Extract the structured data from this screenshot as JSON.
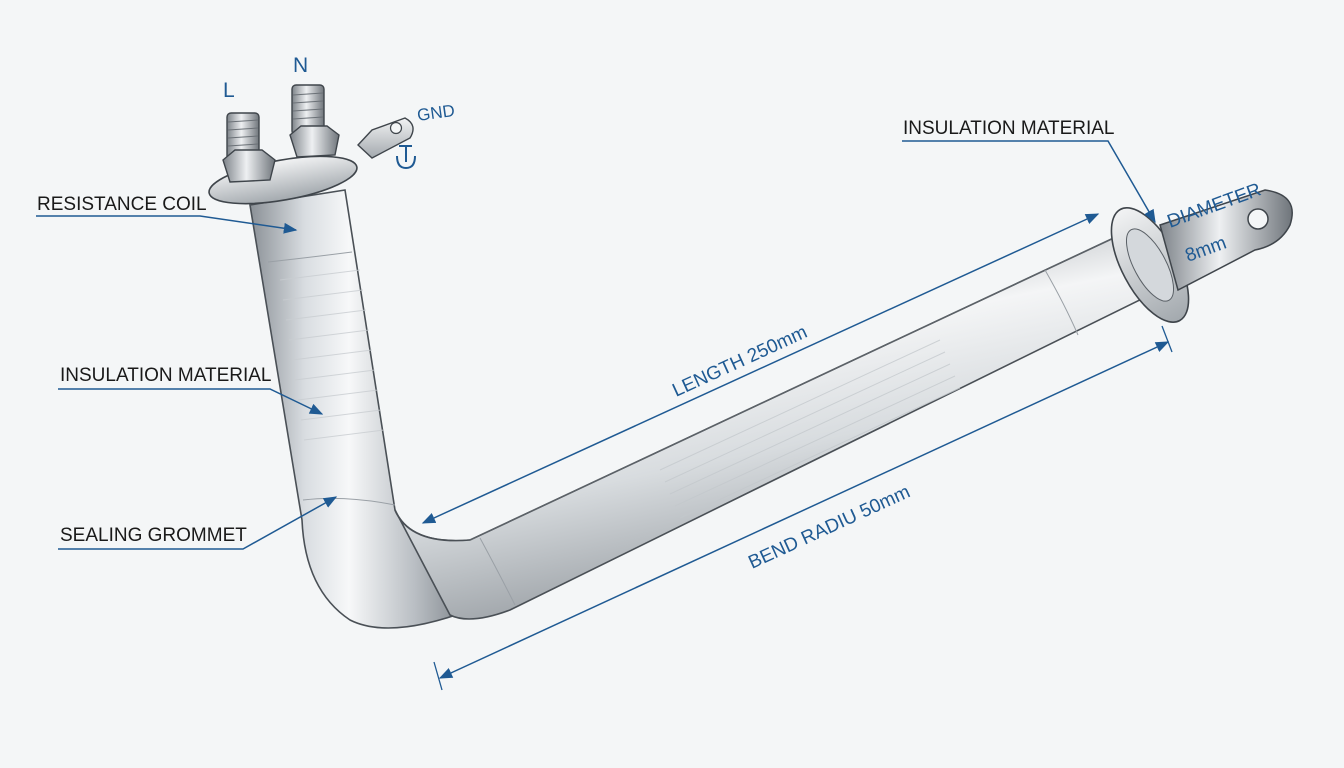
{
  "diagram": {
    "terminals": {
      "live": "L",
      "neutral": "N",
      "ground": "GND"
    },
    "callouts": {
      "resistance_coil": "RESISTANCE COIL",
      "insulation_left": "INSULATION MATERIAL",
      "sealing_grommet": "SEALING GROMMET",
      "insulation_right": "INSULATION MATERIAL"
    },
    "dimensions": {
      "length": "LENGTH 250mm",
      "bend_radius": "BEND RADIU 50mm",
      "diameter": "DIAMETER",
      "diameter_value": "8mm"
    },
    "colors": {
      "annotation": "#1f5a93",
      "label_text": "#1a1a1a",
      "metal_light": "#f2f4f6",
      "metal_dark": "#7f868d",
      "background": "#f4f6f7"
    },
    "icons": {
      "ground_symbol": "ground-icon",
      "nut": "hex-nut-icon"
    }
  }
}
